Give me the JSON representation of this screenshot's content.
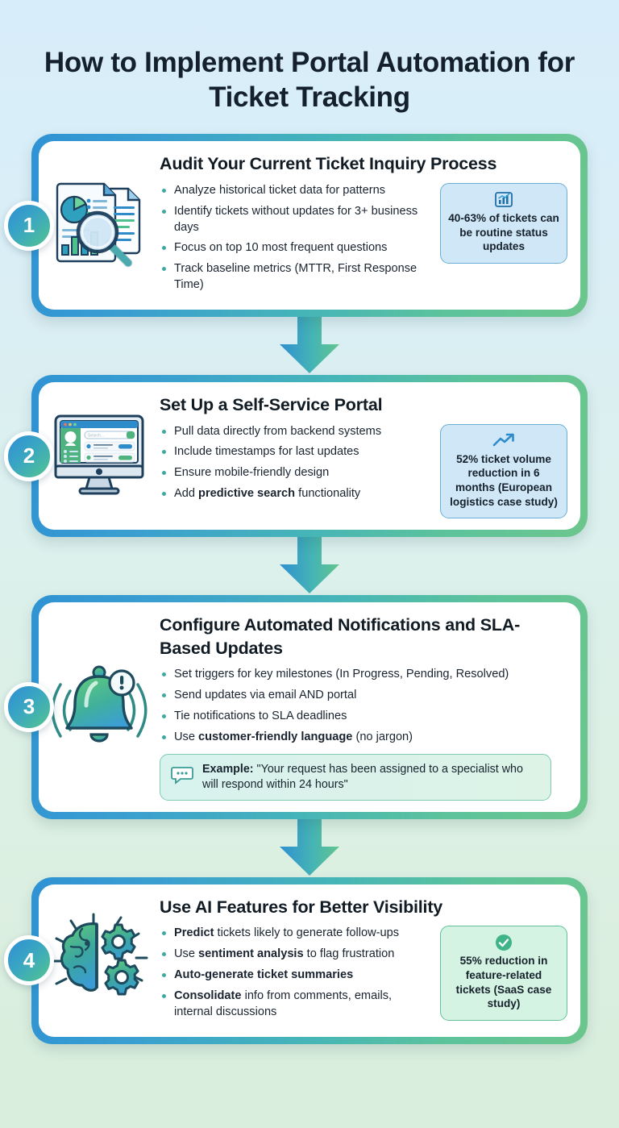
{
  "title": "How to Implement Portal Automation for Ticket Tracking",
  "colors": {
    "accent_blue": "#2f93d4",
    "accent_green": "#5cc39b",
    "bullet": "#3fa8a2",
    "stat_blue_bg": "#cfe7f7",
    "stat_green_bg": "#d4f3e2",
    "text": "#14202b"
  },
  "steps": [
    {
      "number": "1",
      "title": "Audit Your Current Ticket Inquiry Process",
      "icon": "document-analytics-magnifier-icon",
      "bullets": [
        {
          "text": "Analyze historical ticket data for patterns"
        },
        {
          "text": "Identify tickets without updates for 3+ business days"
        },
        {
          "text": "Focus on top 10 most frequent questions"
        },
        {
          "text": "Track baseline metrics (MTTR, First Response Time)"
        }
      ],
      "stat": {
        "icon": "bar-chart-icon",
        "text": "40-63% of tickets can be routine status updates",
        "style": "blue"
      }
    },
    {
      "number": "2",
      "title": "Set Up a Self-Service Portal",
      "icon": "desktop-monitor-portal-icon",
      "bullets": [
        {
          "text": "Pull data directly from backend systems"
        },
        {
          "text": "Include timestamps for last updates"
        },
        {
          "text": "Ensure mobile-friendly design"
        },
        {
          "pre": "Add ",
          "bold": "predictive search",
          "post": " functionality"
        }
      ],
      "stat": {
        "icon": "trending-up-icon",
        "text": "52% ticket volume reduction in 6 months (European logistics case study)",
        "style": "blue"
      }
    },
    {
      "number": "3",
      "title": "Configure Automated Notifications and SLA-Based Updates",
      "icon": "notification-bell-icon",
      "bullets": [
        {
          "text": "Set triggers for key milestones (In Progress, Pending, Resolved)"
        },
        {
          "text": "Send updates via email AND portal"
        },
        {
          "text": "Tie notifications to SLA deadlines"
        },
        {
          "pre": "Use ",
          "bold": "customer-friendly language",
          "post": " (no jargon)"
        }
      ],
      "example": {
        "icon": "speech-bubble-icon",
        "label": "Example:",
        "text": " \"Your request has been assigned to a specialist who will respond within 24 hours\""
      }
    },
    {
      "number": "4",
      "title": "Use AI Features for Better Visibility",
      "icon": "brain-gears-icon",
      "bullets": [
        {
          "bold": "Predict",
          "post": " tickets likely to generate follow-ups"
        },
        {
          "pre": "Use ",
          "bold": "sentiment analysis",
          "post": " to flag frustration"
        },
        {
          "bold": "Auto-generate ticket summaries"
        },
        {
          "bold": "Consolidate",
          "post": " info from comments, emails, internal discussions"
        }
      ],
      "stat": {
        "icon": "check-circle-icon",
        "text": "55% reduction in feature-related tickets (SaaS case study)",
        "style": "green"
      }
    }
  ],
  "connectors": [
    "down-arrow-icon",
    "down-arrow-icon",
    "down-arrow-icon"
  ]
}
